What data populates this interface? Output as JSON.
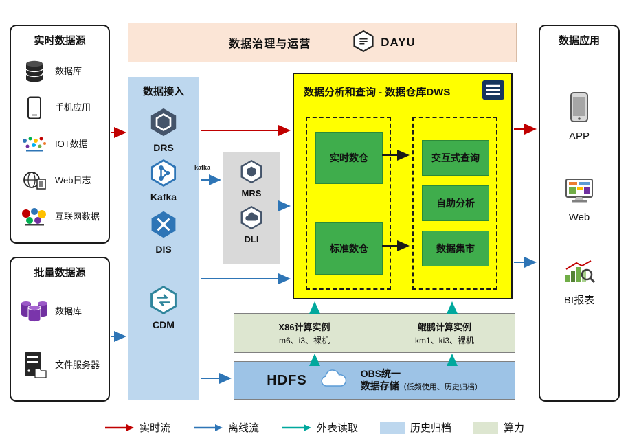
{
  "realtime_sources": {
    "title": "实时数据源",
    "items": [
      {
        "label": "数据库",
        "icon": "database-icon"
      },
      {
        "label": "手机应用",
        "icon": "mobile-icon"
      },
      {
        "label": "IOT数据",
        "icon": "iot-icon"
      },
      {
        "label": "Web日志",
        "icon": "web-log-icon"
      },
      {
        "label": "互联网数据",
        "icon": "internet-data-icon"
      }
    ]
  },
  "batch_sources": {
    "title": "批量数据源",
    "items": [
      {
        "label": "数据库",
        "icon": "database-cluster-icon"
      },
      {
        "label": "文件服务器",
        "icon": "file-server-icon"
      }
    ]
  },
  "governance": {
    "title": "数据治理与运营",
    "brand": "DAYU"
  },
  "ingestion": {
    "title": "数据接入",
    "services": [
      {
        "label": "DRS"
      },
      {
        "label": "Kafka",
        "logo_text": "kafka"
      },
      {
        "label": "DIS"
      },
      {
        "label": "CDM"
      }
    ]
  },
  "processing": {
    "services": [
      {
        "label": "MRS"
      },
      {
        "label": "DLI"
      }
    ]
  },
  "dws": {
    "title": "数据分析和查询 - 数据仓库DWS",
    "warehouses": [
      "实时数仓",
      "标准数仓"
    ],
    "capabilities": [
      "交互式查询",
      "自助分析",
      "数据集市"
    ]
  },
  "compute": {
    "x86_title": "X86计算实例",
    "x86_models": "m6、i3、裸机",
    "kunpeng_title": "鲲鹏计算实例",
    "kunpeng_models": "km1、ki3、裸机"
  },
  "storage": {
    "hdfs": "HDFS",
    "obs_title": "OBS统一",
    "obs_subtitle": "数据存储",
    "obs_note": "（低频使用、历史归档）"
  },
  "applications": {
    "title": "数据应用",
    "items": [
      {
        "label": "APP",
        "icon": "app-icon"
      },
      {
        "label": "Web",
        "icon": "web-icon"
      },
      {
        "label": "BI报表",
        "icon": "bi-report-icon"
      }
    ]
  },
  "legend": {
    "realtime_flow": "实时流",
    "offline_flow": "离线流",
    "external_read": "外表读取",
    "archive": "历史归档",
    "compute_power": "算力"
  },
  "colors": {
    "realtime": "#c00000",
    "offline": "#2e75b6",
    "external": "#00a89d",
    "archive": "#bdd7ee",
    "compute": "#dde6d0"
  }
}
